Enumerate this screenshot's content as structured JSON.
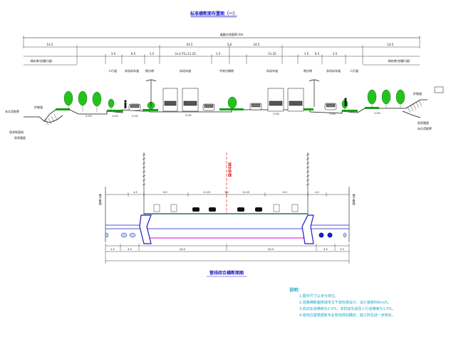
{
  "top_section": {
    "title": "标准横断面布置图（一）",
    "total_width": "道路红线宽80.0m",
    "dims_row1": [
      {
        "label": "14.5"
      },
      {
        "label": "24.5"
      },
      {
        "label": "5.0"
      },
      {
        "label": "24.5"
      },
      {
        "label": "14.5"
      }
    ],
    "dims_row2": [
      {
        "label": "绿化带(含慢行道)"
      },
      {
        "label": "3.5"
      },
      {
        "label": "6.5"
      },
      {
        "label": "1.5"
      },
      {
        "label": "3×3.75=11.25"
      },
      {
        "label": "1.5"
      },
      {
        "label": "11.25"
      },
      {
        "label": "1.5"
      },
      {
        "label": "6.5"
      },
      {
        "label": "3.5"
      },
      {
        "label": "绿化带(含慢行道)"
      }
    ],
    "band_labels": [
      "人行道",
      "非机动车道",
      "侧分带",
      "机动车道",
      "中央分隔带",
      "机动车道",
      "侧分带",
      "非机动车道",
      "人行道"
    ],
    "left_notes": [
      "护坡道",
      "永久用地界",
      "现状地面线",
      "现状路面"
    ],
    "right_notes": [
      "护坡道",
      "现状路面",
      "永久用地界"
    ],
    "slope_labels": [
      "2.0%",
      "1.5%",
      "2.0%",
      "2.0%",
      "2.0%",
      "1.5%",
      "2.0%"
    ]
  },
  "bottom_section": {
    "center_label": "设计中线",
    "dims_top": [
      "4.5",
      "6.5",
      "11.25",
      "5.0",
      "11.25",
      "6.5",
      "4.5"
    ],
    "dims_bottom": [
      "2.5",
      "4.5",
      "40.0",
      "40.0",
      "4.5",
      "2.5"
    ],
    "side_label_left": "地下管线",
    "side_label_right": "地下管线",
    "title": "管线综合横断面图"
  },
  "notes": {
    "title": "说明：",
    "items": [
      "1.图中尺寸以米为单位。",
      "2.道路横断面按城市主干道标准设计，设计速度60km/h。",
      "3.机动车道横坡为2.0%，非机动车道及人行道横坡为1.5%。",
      "4.管线位置根据各专业管线规划确定，施工时应进一步核实。"
    ]
  },
  "colors": {
    "line": "#1c1cc8",
    "tree": "#22c41c",
    "grass": "#15a015",
    "green_line": "#19c519",
    "magenta": "#e000e0",
    "red": "#e00000",
    "cyan": "#1aa6c9",
    "dark": "#111111"
  }
}
